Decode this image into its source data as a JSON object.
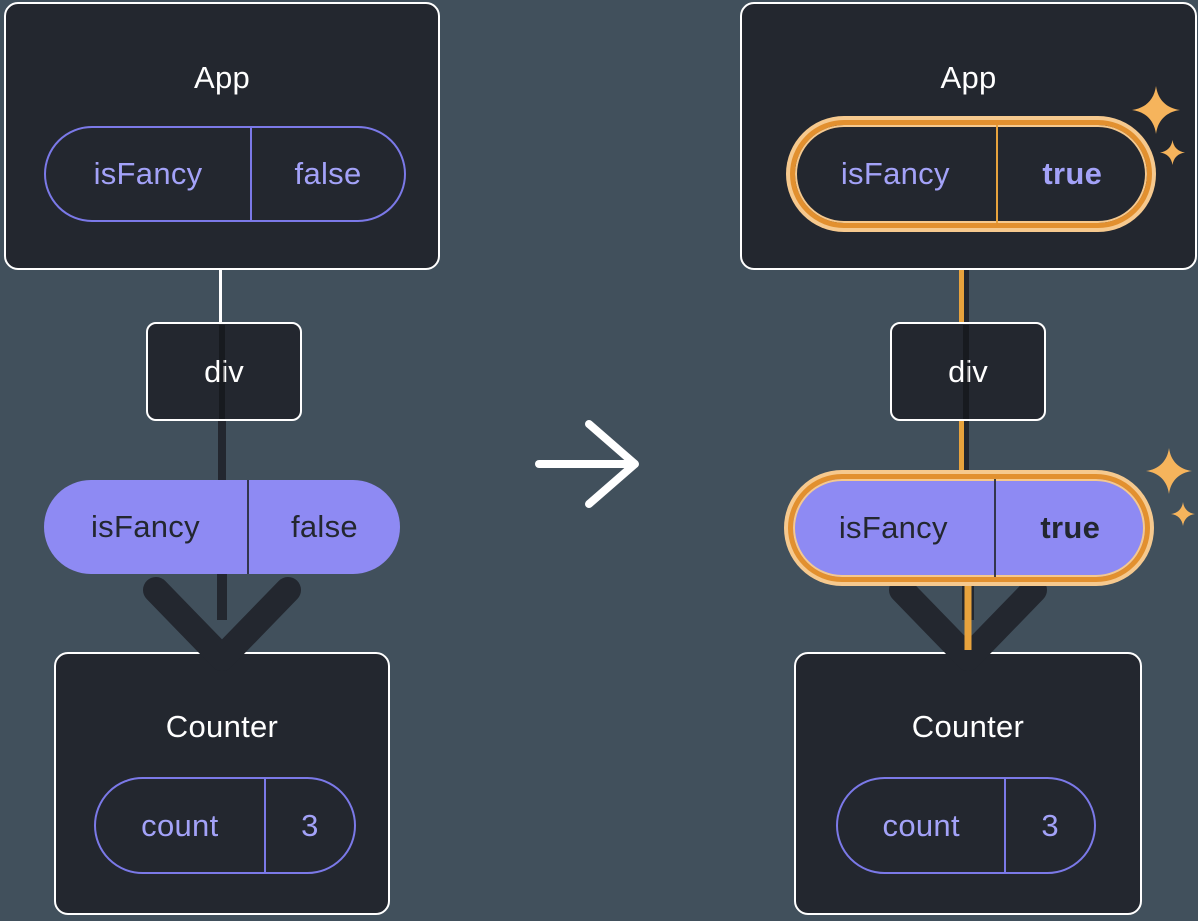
{
  "colors": {
    "background": "#41505c",
    "node_bg": "#23272f",
    "node_border": "#ffffff",
    "purple_border": "#7b79e8",
    "purple_text": "#a3a2f8",
    "purple_fill": "#8e8af3",
    "dark_text": "#23272f",
    "highlight_orange": "#e8a33d",
    "highlight_ring": "#e2902f",
    "highlight_glow": "#f6c98e",
    "sparkle": "#f6b45c",
    "arrow_dark": "#23272f",
    "arrow_white": "#ffffff"
  },
  "icons": {
    "transition_arrow": "right-arrow",
    "sparkle": "four-point-star",
    "flow_arrow": "down-chevron-arrow"
  },
  "left_tree": {
    "app": {
      "title": "App",
      "prop": {
        "name": "isFancy",
        "value": "false"
      }
    },
    "div_node": {
      "label": "div"
    },
    "passed_prop": {
      "name": "isFancy",
      "value": "false"
    },
    "counter": {
      "title": "Counter",
      "state": {
        "name": "count",
        "value": "3"
      }
    }
  },
  "right_tree": {
    "app": {
      "title": "App",
      "prop": {
        "name": "isFancy",
        "value": "true"
      }
    },
    "div_node": {
      "label": "div"
    },
    "passed_prop": {
      "name": "isFancy",
      "value": "true"
    },
    "counter": {
      "title": "Counter",
      "state": {
        "name": "count",
        "value": "3"
      }
    }
  }
}
